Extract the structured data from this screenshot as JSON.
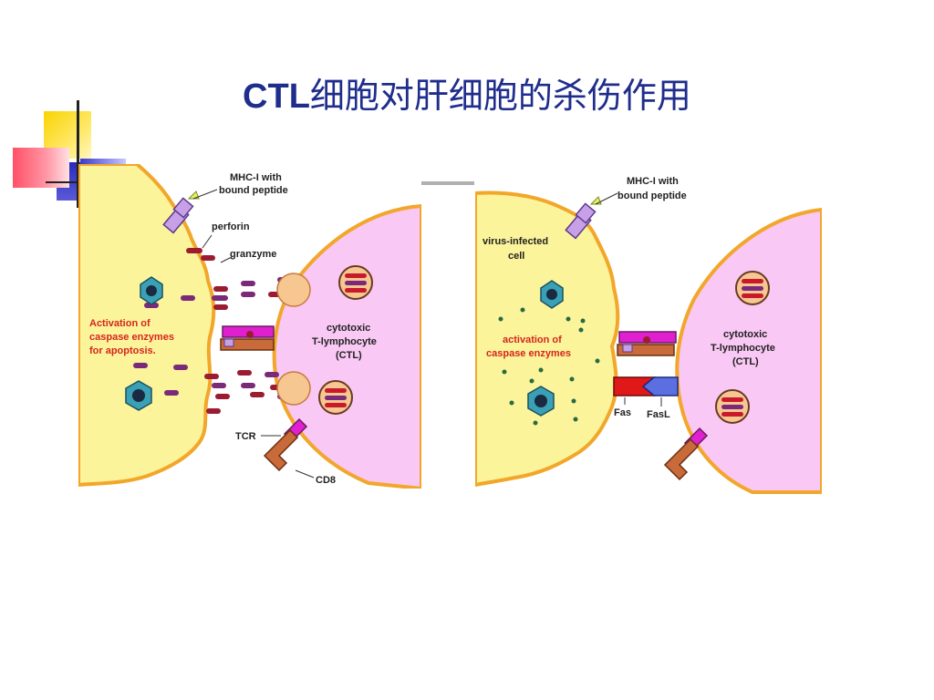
{
  "slide": {
    "title_latin": "CTL",
    "title_cjk": "细胞对肝细胞的杀伤作用"
  },
  "left_panel": {
    "mhc_line1": "MHC-I with",
    "mhc_line2": "bound peptide",
    "perforin": "perforin",
    "granzyme": "granzyme",
    "activation_line1": "Activation of",
    "activation_line2": "caspase enzymes",
    "activation_line3": "for apoptosis.",
    "ctl_line1": "cytotoxic",
    "ctl_line2": "T-lymphocyte",
    "ctl_line3": "(CTL)",
    "tcr": "TCR",
    "cd8": "CD8"
  },
  "right_panel": {
    "mhc_line1": "MHC-I with",
    "mhc_line2": "bound peptide",
    "virus_line1": "virus-infected",
    "virus_line2": "cell",
    "activation_line1": "activation of",
    "activation_line2": "caspase enzymes",
    "ctl_line1": "cytotoxic",
    "ctl_line2": "T-lymphocyte",
    "ctl_line3": "(CTL)",
    "fas": "Fas",
    "fasl": "FasL"
  },
  "colors": {
    "title": "#1f2d8c",
    "infected_cell": "#fbf49a",
    "cell_border": "#f2a62a",
    "ctl_cell": "#f9c8f4",
    "label_red": "#d6251d",
    "granule": "#9b1b30",
    "perforin_purple": "#7b2a7a",
    "mhc_lilac": "#c8a0e8",
    "tcr_magenta": "#e020d0",
    "cd8_brown": "#c86a3a",
    "fas_red": "#e01818",
    "fasl_blue": "#5b6fe0",
    "nucleus_teal": "#3aa0b5"
  }
}
